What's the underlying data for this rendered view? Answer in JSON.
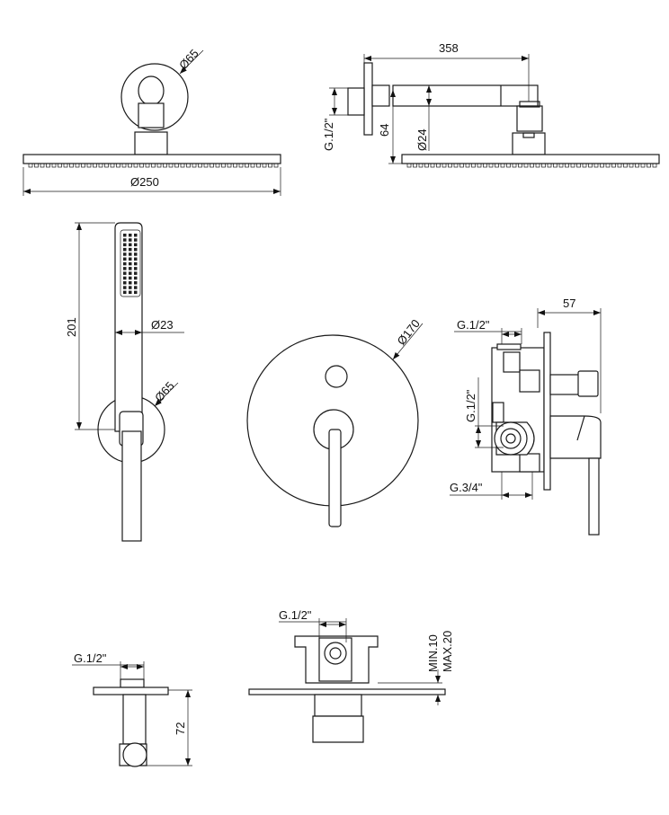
{
  "labels": {
    "rain_head_diameter": "Ø250",
    "rosette_diameter_top": "Ø65",
    "arm_length": "358",
    "arm_thread": "G.1/2\"",
    "arm_height": "64",
    "arm_diameter": "Ø24",
    "hand_shower_length": "201",
    "hand_shower_diameter": "Ø23",
    "holder_diameter": "Ø65",
    "valve_plate_diameter": "Ø170",
    "valve_depth": "57",
    "valve_top_thread": "G.1/2\"",
    "valve_side_thread": "G.1/2\"",
    "valve_bottom_thread": "G.3/4\"",
    "outlet_thread": "G.1/2\"",
    "outlet_height": "72",
    "box_thread": "G.1/2\"",
    "min_depth": "MIN.10",
    "max_depth": "MAX.20"
  }
}
